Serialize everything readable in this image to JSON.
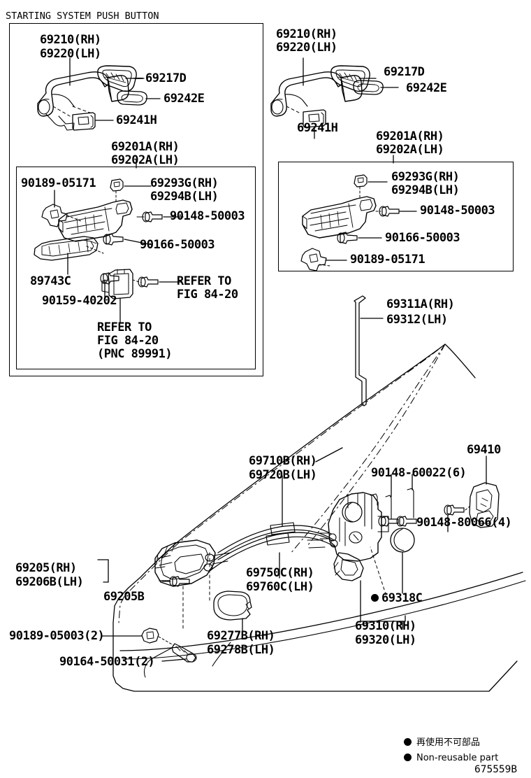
{
  "sheet": {
    "title": "STARTING SYSTEM PUSH BUTTON",
    "figure_code": "675559B"
  },
  "legend": {
    "items": [
      {
        "marker": "filled-circle",
        "text": "再使用不可部品"
      },
      {
        "marker": "filled-circle",
        "text": "Non-reusable part"
      }
    ]
  },
  "left_panel": {
    "name": "starting-system-push-button-panel",
    "callouts": [
      {
        "id": "l1",
        "lines": [
          "69210(RH)",
          "69220(LH)"
        ]
      },
      {
        "id": "l2",
        "lines": [
          "69217D"
        ]
      },
      {
        "id": "l3",
        "lines": [
          "69242E"
        ]
      },
      {
        "id": "l4",
        "lines": [
          "69241H"
        ]
      },
      {
        "id": "l5",
        "lines": [
          "69201A(RH)",
          "69202A(LH)"
        ]
      }
    ],
    "inner_panel": {
      "name": "door-handle-base-detail",
      "callouts": [
        {
          "id": "li1",
          "lines": [
            "90189-05171"
          ]
        },
        {
          "id": "li2",
          "lines": [
            "69293G(RH)",
            "69294B(LH)"
          ]
        },
        {
          "id": "li3",
          "lines": [
            "90148-50003"
          ]
        },
        {
          "id": "li4",
          "lines": [
            "90166-50003"
          ]
        },
        {
          "id": "li5",
          "lines": [
            "89743C"
          ]
        },
        {
          "id": "li6",
          "lines": [
            "90159-40202"
          ]
        },
        {
          "id": "li7",
          "lines": [
            "REFER TO",
            "FIG 84-20"
          ]
        },
        {
          "id": "li8",
          "lines": [
            "REFER TO",
            "FIG 84-20",
            "(PNC 89991)"
          ]
        }
      ]
    }
  },
  "right_panel": {
    "name": "standard-door-handle-panel",
    "callouts": [
      {
        "id": "r1",
        "lines": [
          "69210(RH)",
          "69220(LH)"
        ]
      },
      {
        "id": "r2",
        "lines": [
          "69217D"
        ]
      },
      {
        "id": "r3",
        "lines": [
          "69242E"
        ]
      },
      {
        "id": "r4",
        "lines": [
          "69241H"
        ]
      },
      {
        "id": "r5",
        "lines": [
          "69201A(RH)",
          "69202A(LH)"
        ]
      }
    ],
    "inner_panel": {
      "name": "door-handle-base-detail-right",
      "callouts": [
        {
          "id": "ri1",
          "lines": [
            "69293G(RH)",
            "69294B(LH)"
          ]
        },
        {
          "id": "ri2",
          "lines": [
            "90148-50003"
          ]
        },
        {
          "id": "ri3",
          "lines": [
            "90166-50003"
          ]
        },
        {
          "id": "ri4",
          "lines": [
            "90189-05171"
          ]
        }
      ]
    }
  },
  "main_diagram": {
    "name": "front-door-lock-assembly",
    "callouts": [
      {
        "id": "m1",
        "lines": [
          "69311A(RH)",
          "69312(LH)"
        ]
      },
      {
        "id": "m2",
        "lines": [
          "69710B(RH)",
          "69720B(LH)"
        ]
      },
      {
        "id": "m3",
        "lines": [
          "90148-60022(6)"
        ]
      },
      {
        "id": "m4",
        "lines": [
          "69410"
        ]
      },
      {
        "id": "m5",
        "lines": [
          "90148-80066(4)"
        ]
      },
      {
        "id": "m6",
        "lines": [
          "69205(RH)",
          "69206B(LH)"
        ]
      },
      {
        "id": "m7",
        "lines": [
          "69205B"
        ]
      },
      {
        "id": "m8",
        "lines": [
          "69750C(RH)",
          "69760C(LH)"
        ]
      },
      {
        "id": "m9",
        "lines": [
          "69318C"
        ],
        "marker": "filled-circle"
      },
      {
        "id": "m10",
        "lines": [
          "69310(RH)",
          "69320(LH)"
        ]
      },
      {
        "id": "m11",
        "lines": [
          "90189-05003(2)"
        ]
      },
      {
        "id": "m12",
        "lines": [
          "69277B(RH)",
          "69278B(LH)"
        ]
      },
      {
        "id": "m13",
        "lines": [
          "90164-50031(2)"
        ]
      }
    ]
  },
  "colors": {
    "ink": "#000000",
    "paper": "#ffffff"
  }
}
